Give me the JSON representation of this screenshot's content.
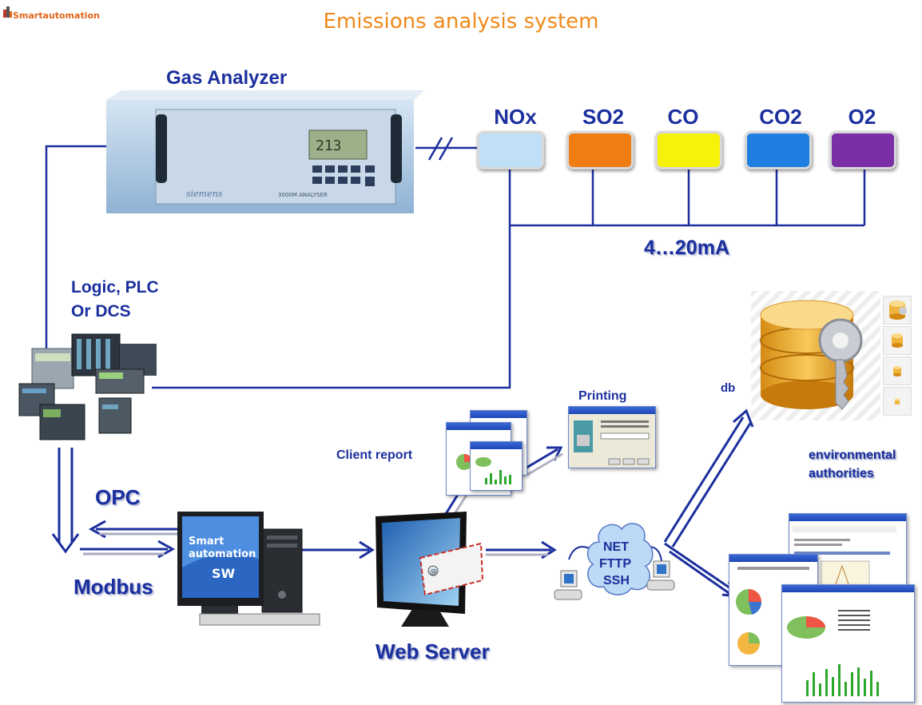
{
  "header": {
    "logo_text": "Smartautomation",
    "title": "Emissions analysis system"
  },
  "gas_analyzer": {
    "label": "Gas Analyzer",
    "display_value": "213"
  },
  "gases": [
    {
      "name": "NOx",
      "color": "#bfe0f6"
    },
    {
      "name": "SO2",
      "color": "#f07d12"
    },
    {
      "name": "CO",
      "color": "#f7f20a"
    },
    {
      "name": "CO2",
      "color": "#1e7fe0"
    },
    {
      "name": "O2",
      "color": "#7a2fa6"
    }
  ],
  "signal_label": "4…20mA",
  "plc": {
    "label_line1": "Logic, PLC",
    "label_line2": "Or DCS"
  },
  "protocols": {
    "opc": "OPC",
    "modbus": "Modbus"
  },
  "sw": {
    "line1": "Smart",
    "line2": "automation",
    "line3": "SW"
  },
  "web_server_label": "Web Server",
  "client_report_label": "Client report",
  "printing_label": "Printing",
  "network": {
    "line1": "NET",
    "line2": "FTTP",
    "line3": "SSH"
  },
  "db_label": "db",
  "authorities": {
    "line1": "environmental",
    "line2": "authorities"
  },
  "colors": {
    "line": "#1b2f9e",
    "title": "#f08a1c"
  }
}
